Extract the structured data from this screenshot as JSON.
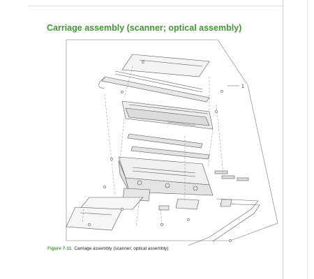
{
  "heading": "Carriage assembly (scanner; optical assembly)",
  "diagram": {
    "callout": "1"
  },
  "caption": {
    "figure_number": "Figure 7-11",
    "text": "Carriage assembly (scanner; optical assembly)"
  }
}
